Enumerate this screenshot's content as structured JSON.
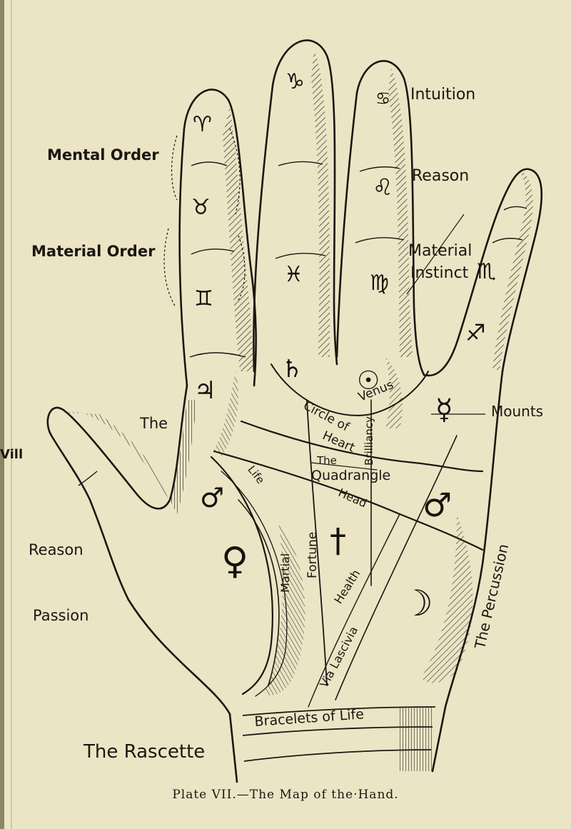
{
  "caption": "Plate VII.—The Map of the·Hand.",
  "margin_fragment": "Vill",
  "left_labels": {
    "mental_order": "Mental Order",
    "material_order": "Material Order",
    "the": "The",
    "reason": "Reason",
    "passion": "Passion",
    "rascette": "The Rascette"
  },
  "right_labels": {
    "intuition": "Intuition",
    "reason": "Reason",
    "material": "Material",
    "instinct": "Instinct",
    "mounts": "Mounts"
  },
  "palm_labels": {
    "circle_of": "Circle of",
    "venus": "Venus",
    "heart": "Heart",
    "the": "The",
    "quadrangle": "Quadrangle",
    "head": "Head",
    "life": "Life",
    "fortune": "Fortune",
    "brilliancy": "Brilliancy",
    "martial": "Martial",
    "health": "Health",
    "via_lascivia": "Via Lascivia",
    "bracelets": "Bracelets of Life",
    "percussion": "The Percussion"
  },
  "symbols": {
    "capricorn": "♑",
    "aries": "♈",
    "taurus": "♉",
    "gemini": "♊",
    "pisces": "♓",
    "cancer": "♋",
    "leo": "♌",
    "virgo": "♍",
    "scorpio": "♏",
    "sagittarius": "♐",
    "saturn": "♄",
    "sun": "☉",
    "jupiter": "♃",
    "mercury": "☿",
    "mars_upper": "♂",
    "mars_lower": "♂",
    "venus": "♀",
    "moon": "☽",
    "dagger": "†"
  }
}
